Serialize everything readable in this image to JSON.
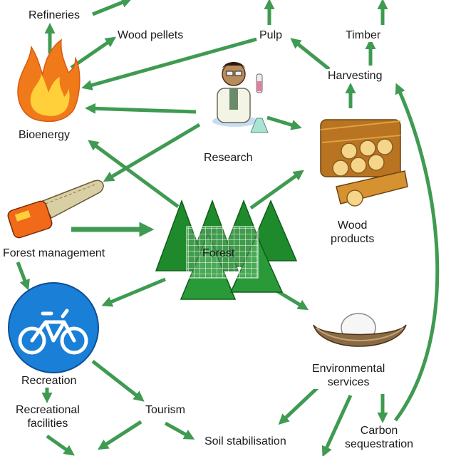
{
  "labels": {
    "refineries": "Refineries",
    "wood_pellets": "Wood pellets",
    "pulp": "Pulp",
    "timber": "Timber",
    "harvesting": "Harvesting",
    "bioenergy": "Bioenergy",
    "research": "Research",
    "wood_products_1": "Wood",
    "wood_products_2": "products",
    "forest_management": "Forest management",
    "forest": "Forest",
    "recreation": "Recreation",
    "environmental_1": "Environmental",
    "environmental_2": "services",
    "recreational_facilities_1": "Recreational",
    "recreational_facilities_2": "facilities",
    "tourism": "Tourism",
    "soil_stabilisation": "Soil stabilisation",
    "carbon_sequestration_1": "Carbon",
    "carbon_sequestration_2": "sequestration"
  },
  "colors": {
    "arrow": "#3f9a52",
    "tree": "#1f8a2c",
    "tree_dark": "#0f5e1a",
    "sign_blue": "#1a7fd6",
    "flame_outer": "#f07a1a",
    "flame_inner": "#ffd03a",
    "wood": "#d69230",
    "wood_light": "#f4d58a",
    "saw_orange": "#f06a1a",
    "nest": "#8a6a44"
  }
}
